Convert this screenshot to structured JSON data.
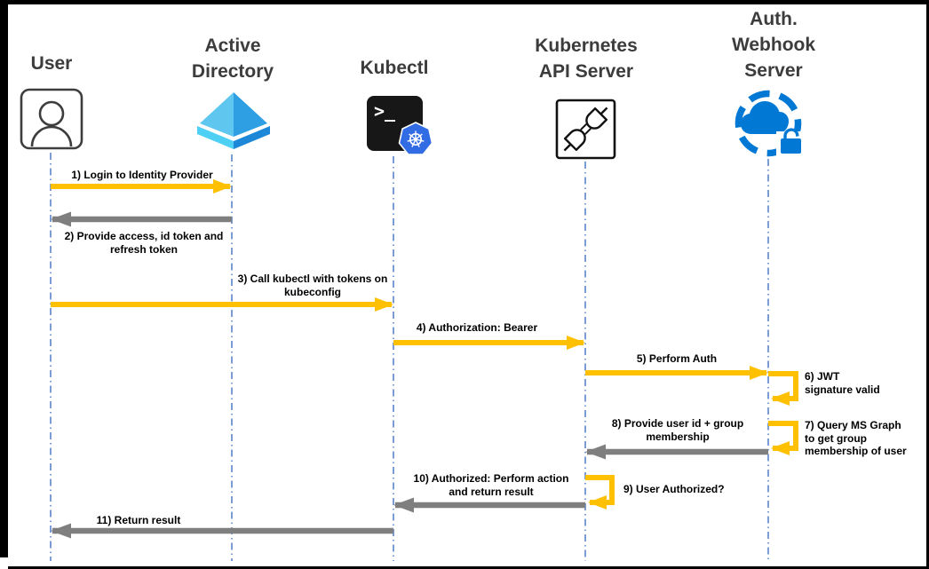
{
  "diagram_type": "sequence-diagram",
  "actors": [
    {
      "id": "user",
      "label": "User",
      "icon": "person-icon"
    },
    {
      "id": "active-directory",
      "label": "Active\nDirectory",
      "icon": "azure-ad-icon"
    },
    {
      "id": "kubectl",
      "label": "Kubectl",
      "icon": "terminal-kubernetes-icon"
    },
    {
      "id": "kubernetes-api-server",
      "label": "Kubernetes\nAPI Server",
      "icon": "plug-icon"
    },
    {
      "id": "auth-webhook-server",
      "label": "Auth.\nWebhook\nServer",
      "icon": "cloud-lock-icon"
    }
  ],
  "messages": [
    {
      "num": "1",
      "label": "1) Login to Identity Provider",
      "from": "user",
      "to": "active-directory",
      "kind": "request"
    },
    {
      "num": "2",
      "label": "2) Provide access, id token and\nrefresh token",
      "from": "active-directory",
      "to": "user",
      "kind": "response"
    },
    {
      "num": "3",
      "label": "3) Call kubectl with tokens on\nkubeconfig",
      "from": "user",
      "to": "kubectl",
      "kind": "request"
    },
    {
      "num": "4",
      "label": "4) Authorization: Bearer",
      "from": "kubectl",
      "to": "kubernetes-api-server",
      "kind": "request"
    },
    {
      "num": "5",
      "label": "5) Perform Auth",
      "from": "kubernetes-api-server",
      "to": "auth-webhook-server",
      "kind": "request"
    },
    {
      "num": "6",
      "label": "6) JWT\nsignature valid",
      "from": "auth-webhook-server",
      "to": "auth-webhook-server",
      "kind": "self"
    },
    {
      "num": "7",
      "label": "7) Query MS Graph\nto get group\nmembership of user",
      "from": "auth-webhook-server",
      "to": "auth-webhook-server",
      "kind": "self"
    },
    {
      "num": "8",
      "label": "8) Provide user id + group\nmembership",
      "from": "auth-webhook-server",
      "to": "kubernetes-api-server",
      "kind": "response"
    },
    {
      "num": "9",
      "label": "9) User Authorized?",
      "from": "kubernetes-api-server",
      "to": "kubernetes-api-server",
      "kind": "self"
    },
    {
      "num": "10",
      "label": "10) Authorized: Perform action\nand return result",
      "from": "kubernetes-api-server",
      "to": "kubectl",
      "kind": "response"
    },
    {
      "num": "11",
      "label": "11) Return result",
      "from": "kubectl",
      "to": "user",
      "kind": "response"
    }
  ],
  "colors": {
    "request_arrow": "#FFC000",
    "response_arrow": "#7F7F7F",
    "lifeline": "#4472C4",
    "kubernetes_badge": "#326CE5",
    "azure_blue": "#0078D4",
    "header_text": "#3C3C3C"
  }
}
